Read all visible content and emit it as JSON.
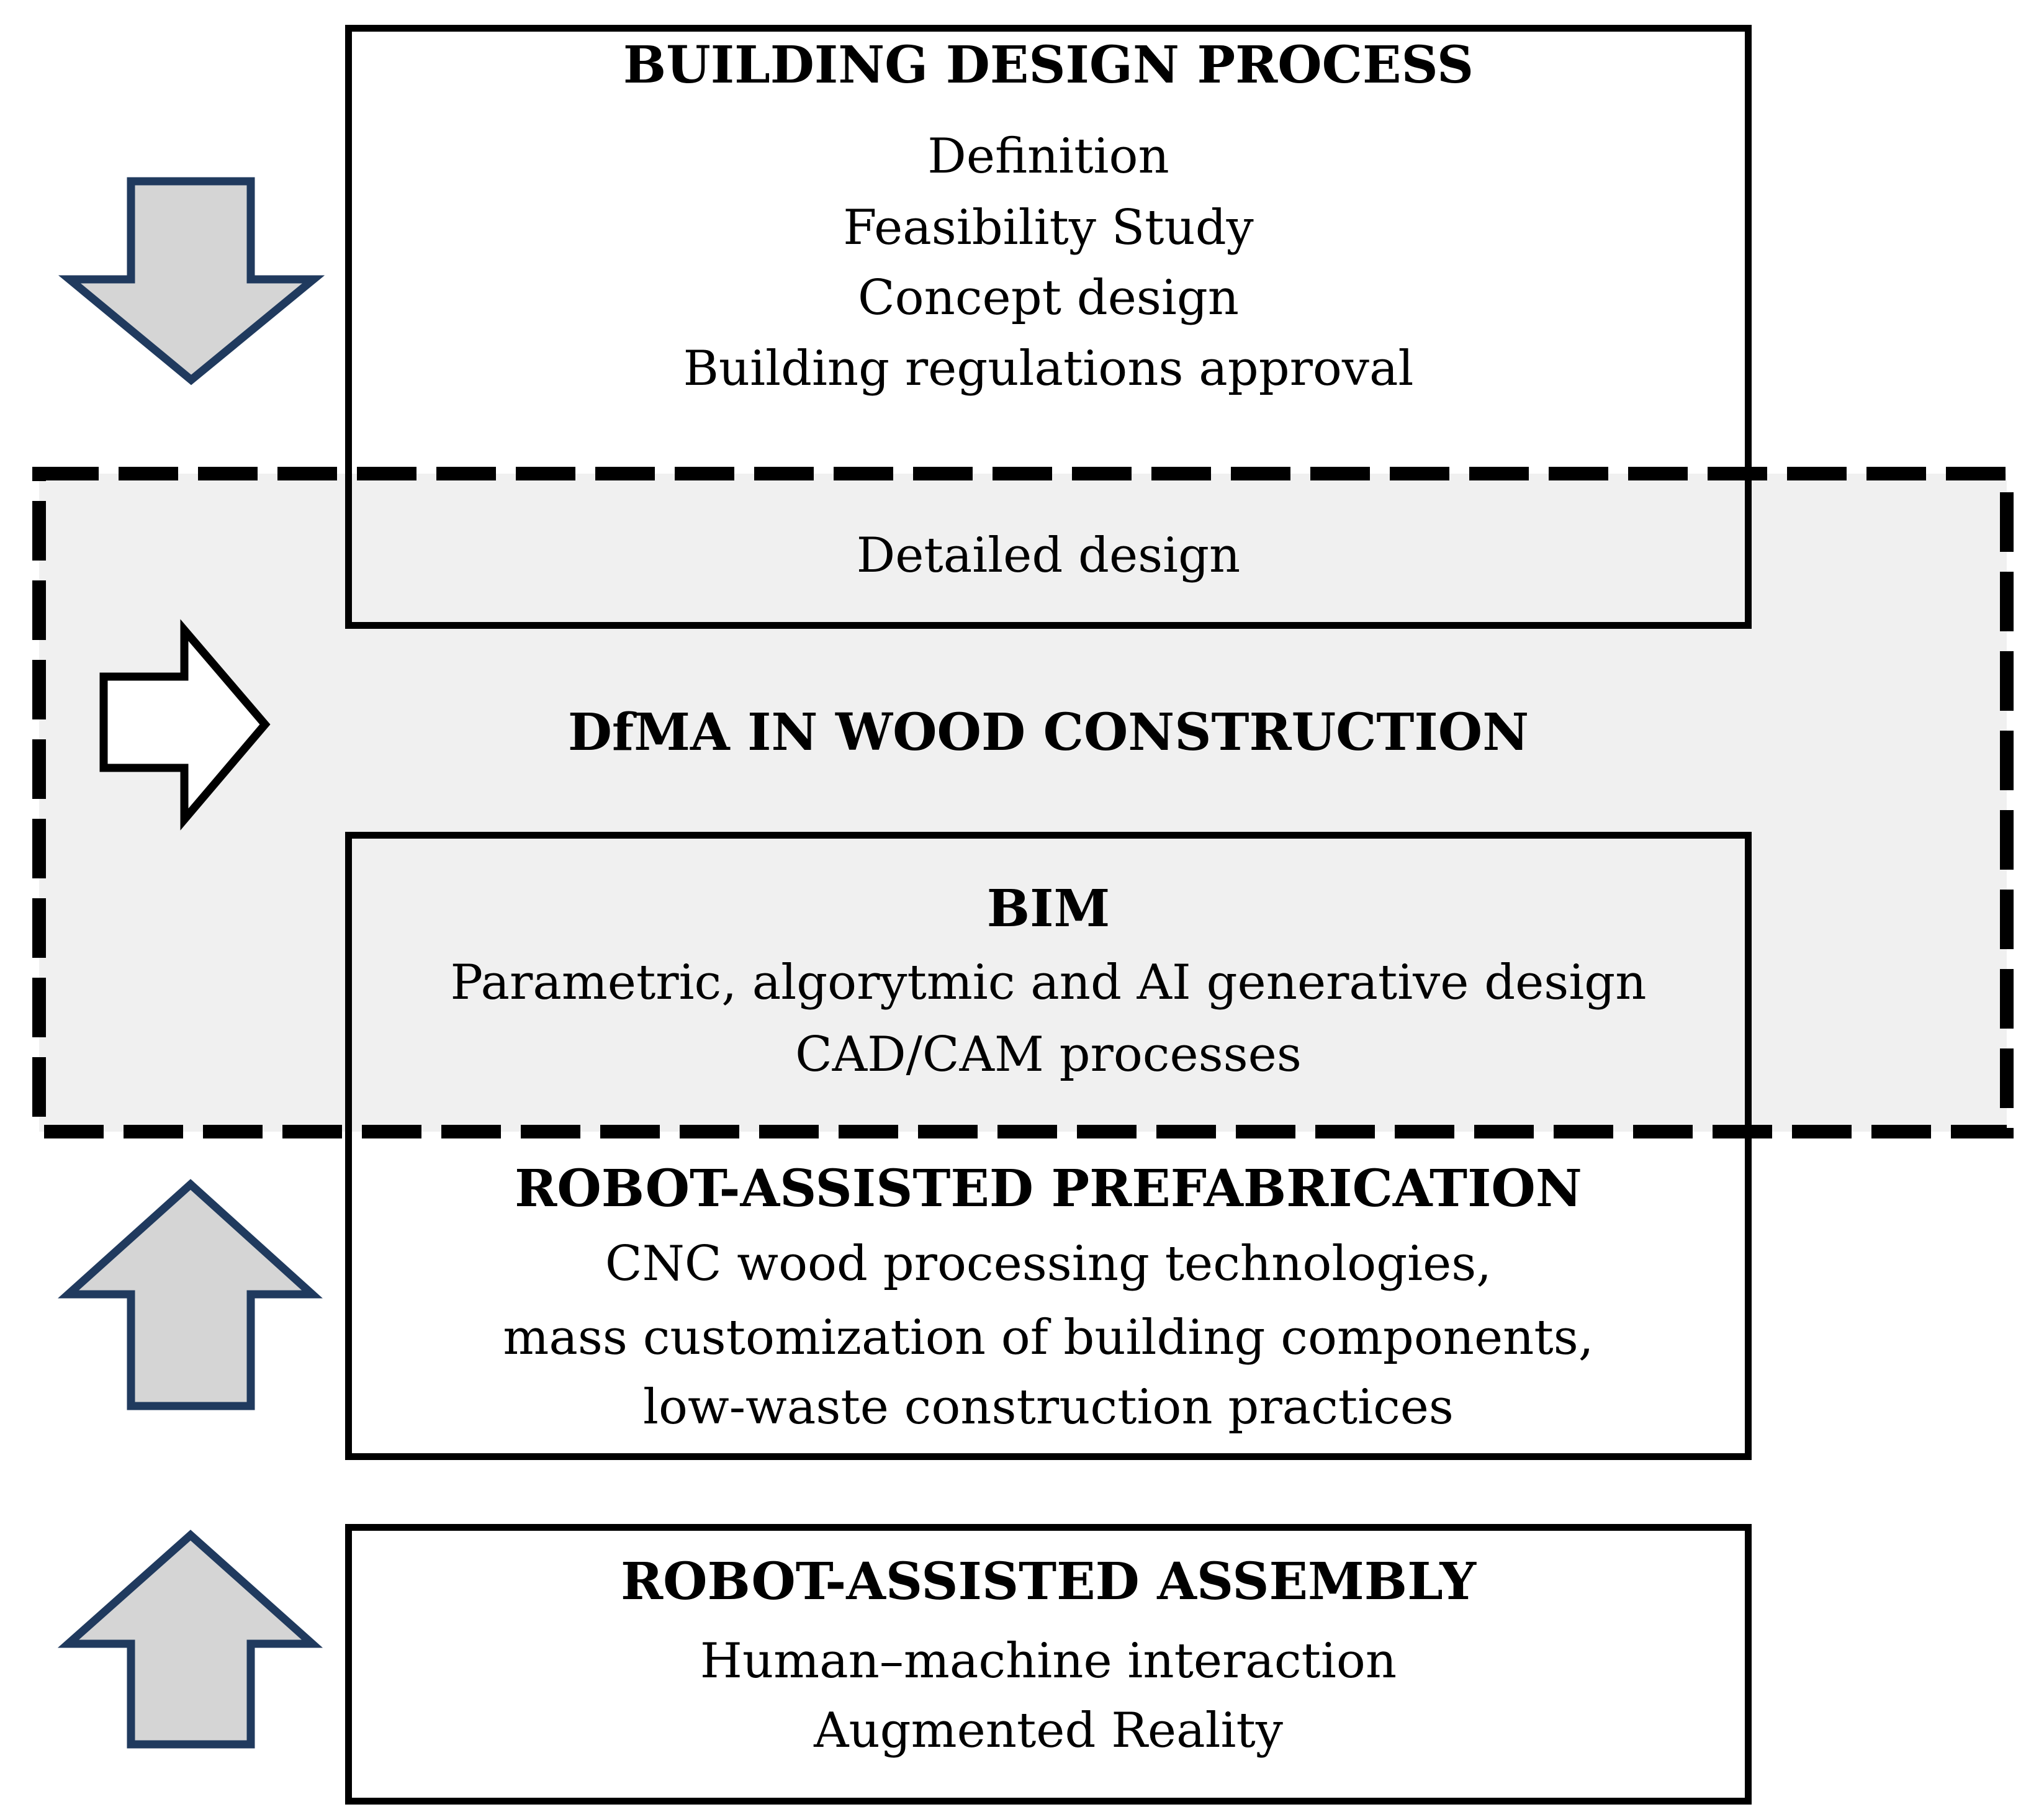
{
  "diagram": {
    "building_design_process": {
      "title": "BUILDING DESIGN PROCESS",
      "steps": [
        "Definition",
        "Feasibility Study",
        "Concept design",
        "Building regulations approval"
      ],
      "overlap_step": "Detailed design"
    },
    "dfma": {
      "label": "DfMA IN WOOD CONSTRUCTION"
    },
    "bim": {
      "title": "BIM",
      "items": [
        "Parametric, algorytmic and AI generative design",
        "CAD/CAM processes"
      ]
    },
    "prefabrication": {
      "title": "ROBOT-ASSISTED PREFABRICATION",
      "items": [
        "CNC wood processing technologies,",
        "mass customization of building components,",
        "low-waste construction practices"
      ]
    },
    "assembly": {
      "title": "ROBOT-ASSISTED ASSEMBLY",
      "items": [
        "Human–machine interaction",
        "Augmented Reality"
      ]
    },
    "icons": {
      "down_arrow": "down-arrow",
      "right_arrow": "right-arrow",
      "up_arrow_prefabrication": "up-arrow",
      "up_arrow_assembly": "up-arrow"
    },
    "colors": {
      "dashed_region_fill": "#f0f0f0",
      "dashed_border": "#000000",
      "solid_box_border": "#000000",
      "arrow_gray_fill": "#d5d5d5",
      "arrow_navy_stroke": "#203a5e",
      "white_arrow_fill": "#ffffff",
      "text": "#000000"
    }
  }
}
